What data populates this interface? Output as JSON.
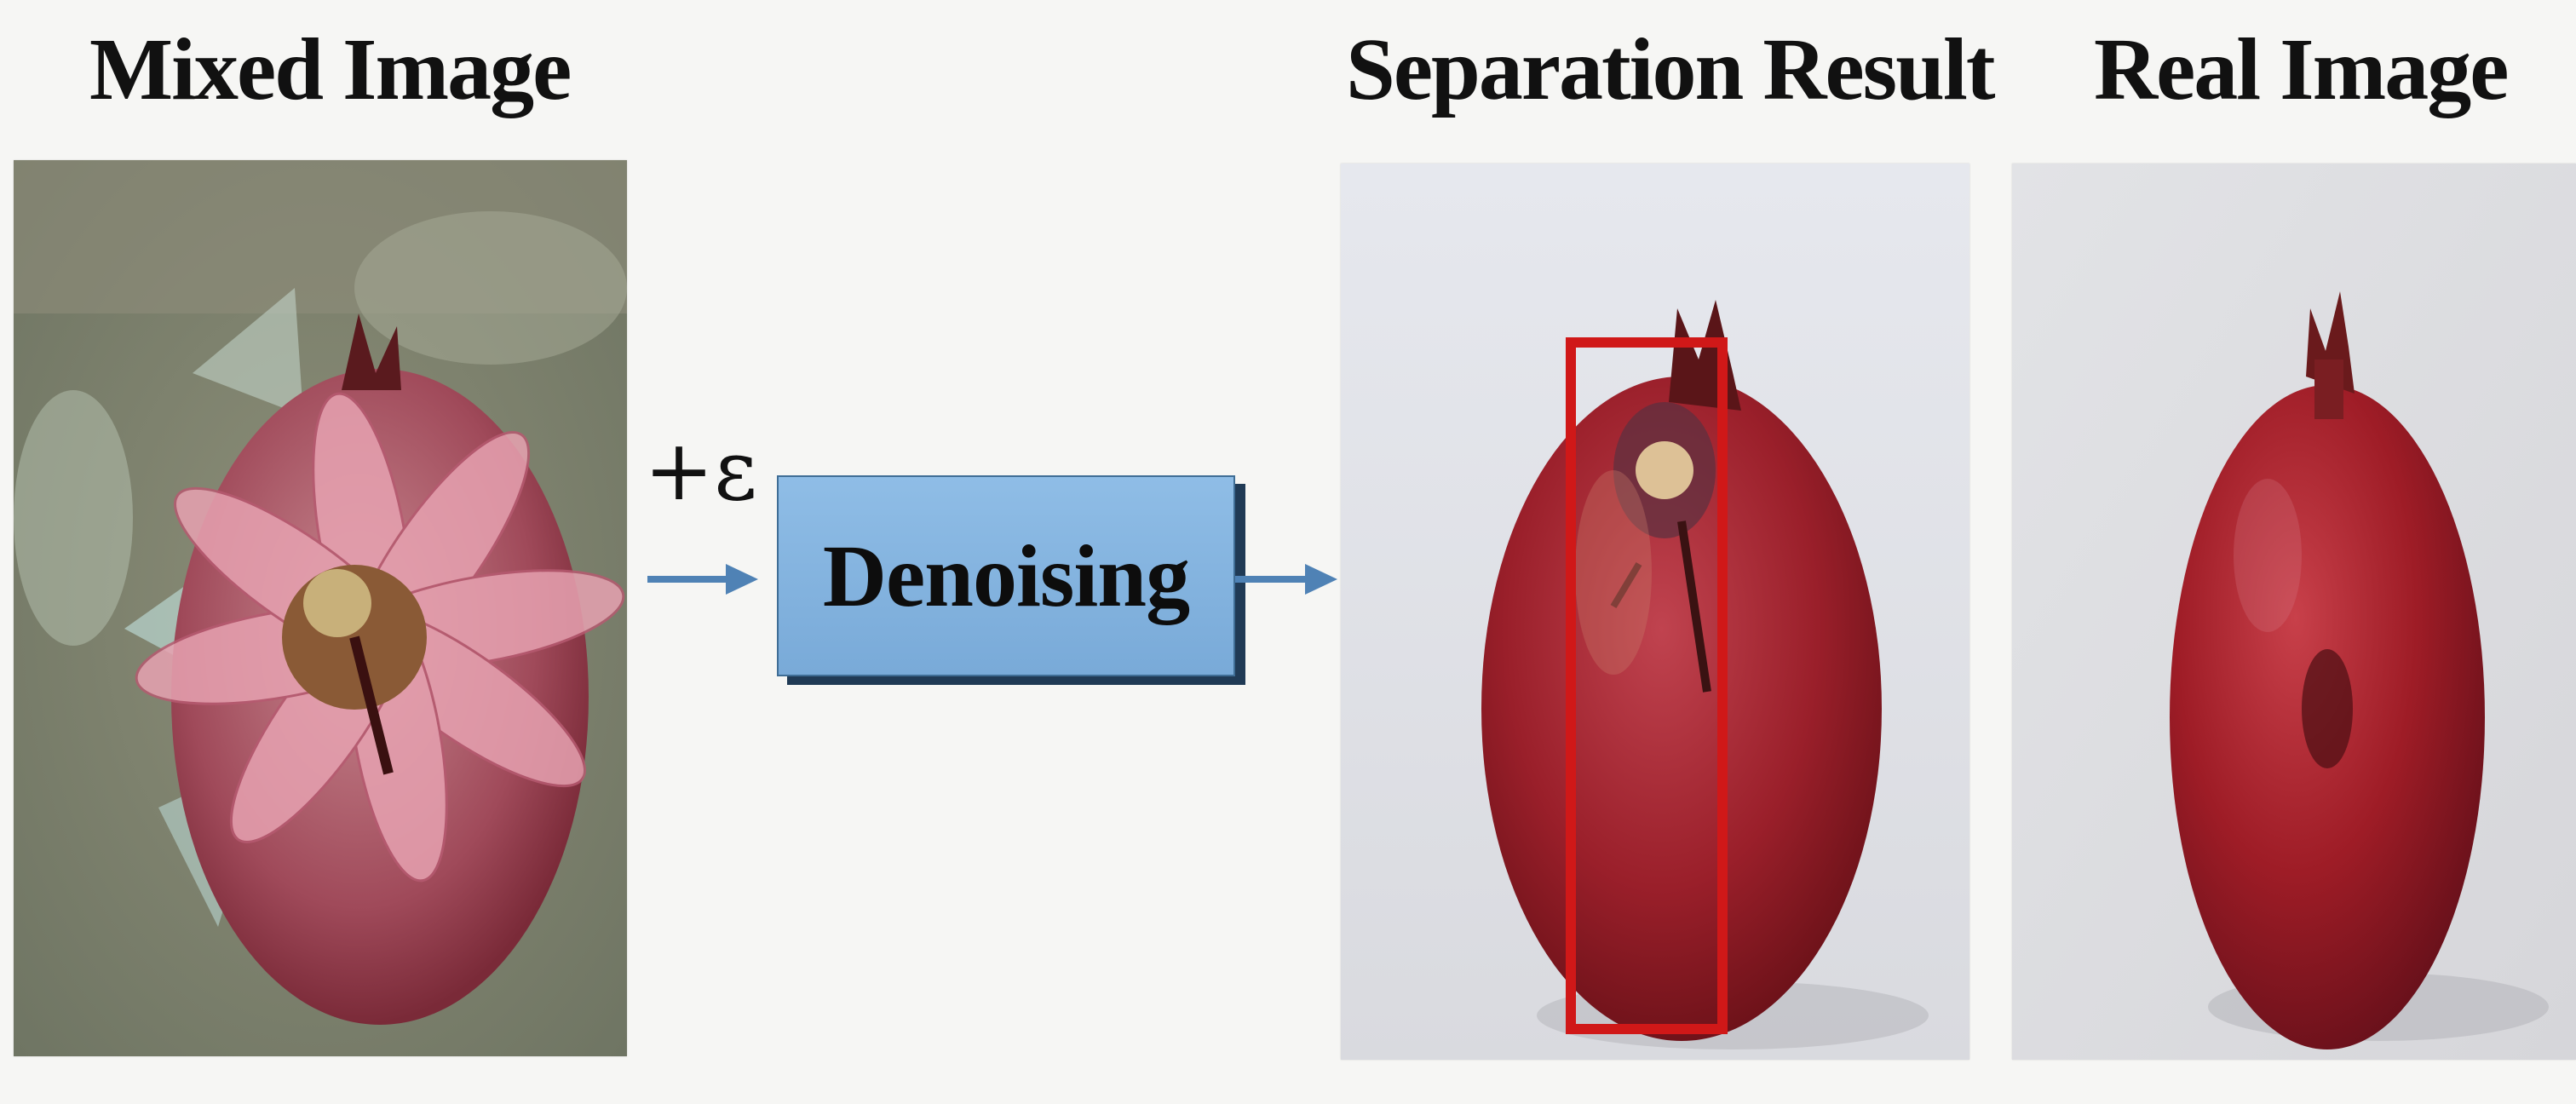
{
  "labels": {
    "mixed_title": "Mixed Image",
    "separation_title": "Separation Result",
    "real_title": "Real Image",
    "noise": "+ε",
    "block": "Denoising"
  },
  "colors": {
    "box_fill": "#84b4e0",
    "box_shadow": "#203a55",
    "arrow": "#4f82b5",
    "highlight": "#d01818",
    "fruit": "#9a1f2a"
  },
  "icons": {
    "arrows": "right-arrow-icon"
  }
}
